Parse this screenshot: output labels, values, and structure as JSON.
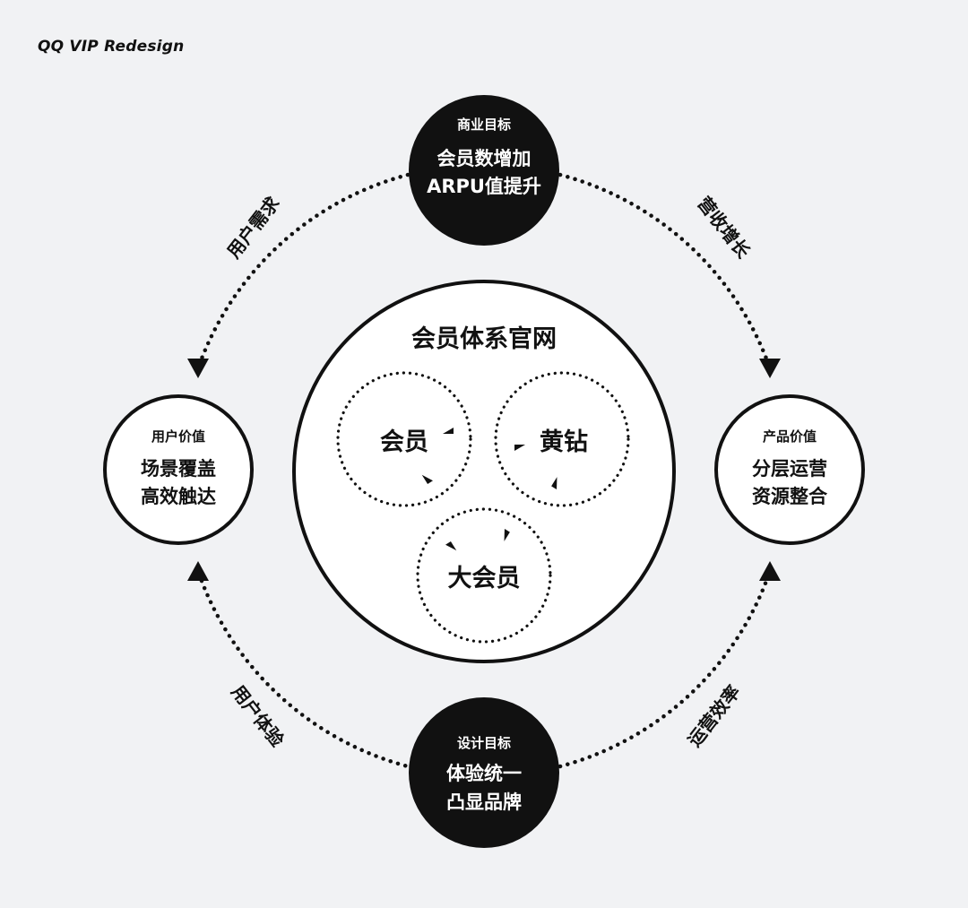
{
  "header": {
    "title": "QQ VIP Redesign"
  },
  "colors": {
    "background": "#f1f2f4",
    "ink": "#111111",
    "node_white": "#ffffff"
  },
  "nodes": {
    "top": {
      "heading": "商业目标",
      "line1": "会员数增加",
      "line2": "ARPU值提升"
    },
    "bottom": {
      "heading": "设计目标",
      "line1": "体验统一",
      "line2": "凸显品牌"
    },
    "left": {
      "heading": "用户价值",
      "line1": "场景覆盖",
      "line2": "高效触达"
    },
    "right": {
      "heading": "产品价值",
      "line1": "分层运营",
      "line2": "资源整合"
    }
  },
  "arc_labels": {
    "top_left": "用户需求",
    "top_right": "营收增长",
    "bottom_left": "用户体验",
    "bottom_right": "运营效率"
  },
  "center": {
    "title": "会员体系官网",
    "members": [
      "会员",
      "黄钻",
      "大会员"
    ]
  },
  "icons": {
    "arc_arrowheads": "triangle-arrowhead-icon",
    "exchange_arrows": "bidirectional-exchange-arrow-icon"
  }
}
